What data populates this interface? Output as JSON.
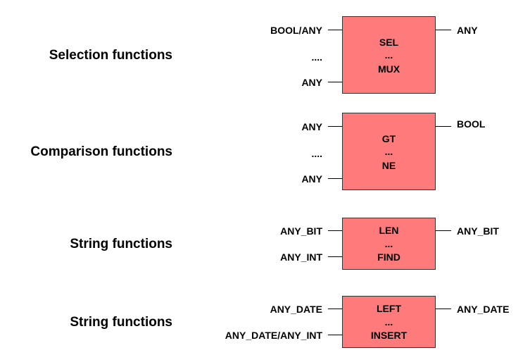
{
  "groups": [
    {
      "title": "Selection functions",
      "block_top": "SEL",
      "block_mid": "...",
      "block_bottom": "MUX",
      "inputs": [
        "BOOL/ANY",
        "....",
        "ANY"
      ],
      "output": "ANY"
    },
    {
      "title": "Comparison functions",
      "block_top": "GT",
      "block_mid": "...",
      "block_bottom": "NE",
      "inputs": [
        "ANY",
        "....",
        "ANY"
      ],
      "output": "BOOL"
    },
    {
      "title": "String functions",
      "block_top": "LEN",
      "block_mid": "...",
      "block_bottom": "FIND",
      "inputs": [
        "ANY_BIT",
        "ANY_INT"
      ],
      "output": "ANY_BIT"
    },
    {
      "title": "String functions",
      "block_top": "LEFT",
      "block_mid": "...",
      "block_bottom": "INSERT",
      "inputs": [
        "ANY_DATE",
        "ANY_DATE/ANY_INT"
      ],
      "output": "ANY_DATE"
    }
  ],
  "colors": {
    "block_fill": "#ff7b7b",
    "block_border": "#333333"
  }
}
